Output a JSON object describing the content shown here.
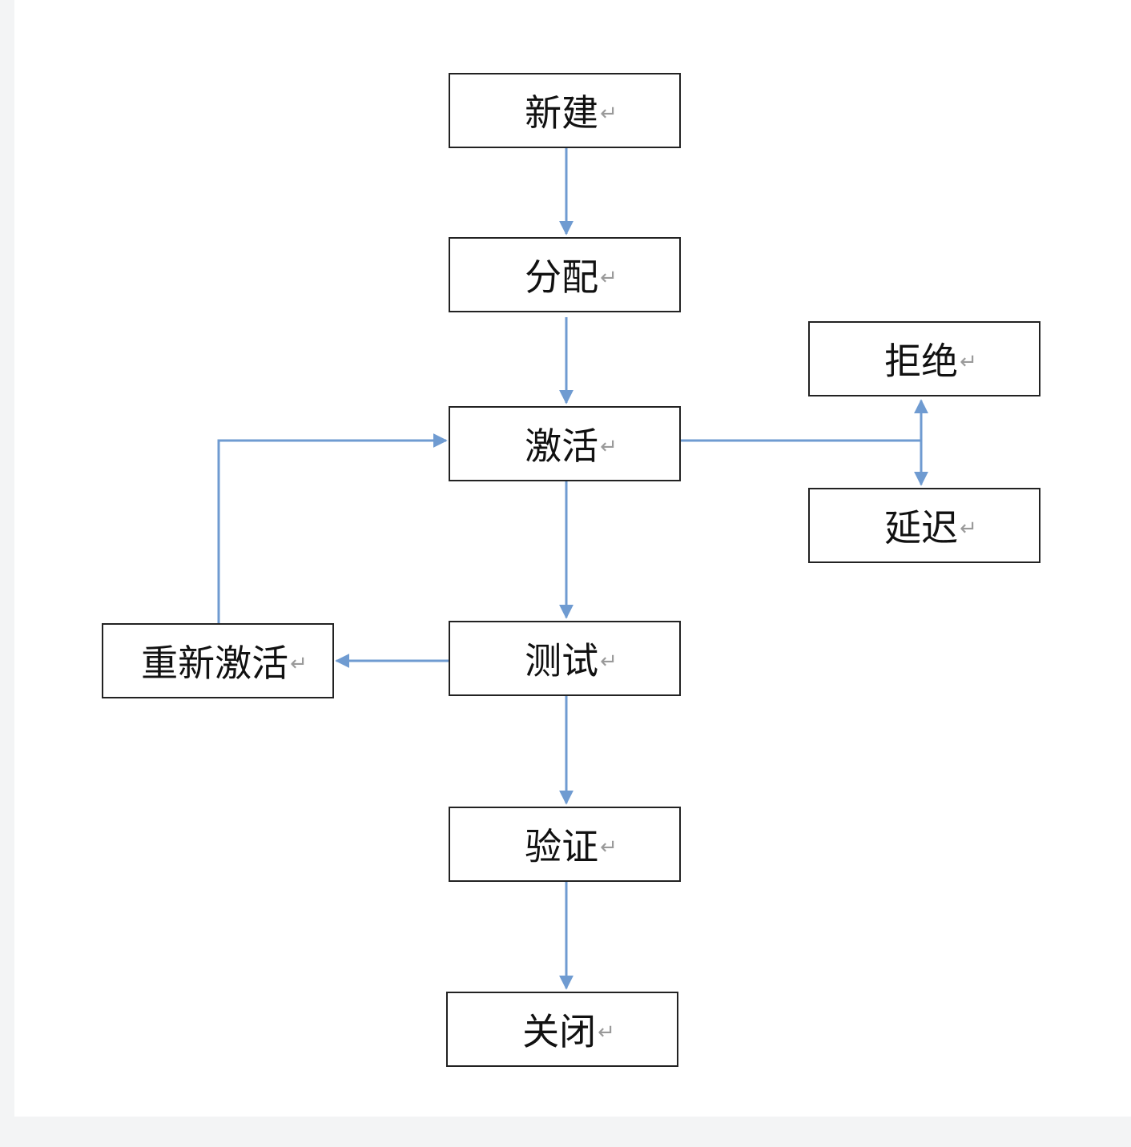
{
  "colors": {
    "connector": "#6f9bd1",
    "box_border": "#222222",
    "return_mark": "#9a9a9a"
  },
  "return_mark": "↵",
  "nodes": {
    "new": "新建",
    "assign": "分配",
    "activate": "激活",
    "reject": "拒绝",
    "delay": "延迟",
    "reactivate": "重新激活",
    "test": "测试",
    "verify": "验证",
    "close": "关闭"
  }
}
